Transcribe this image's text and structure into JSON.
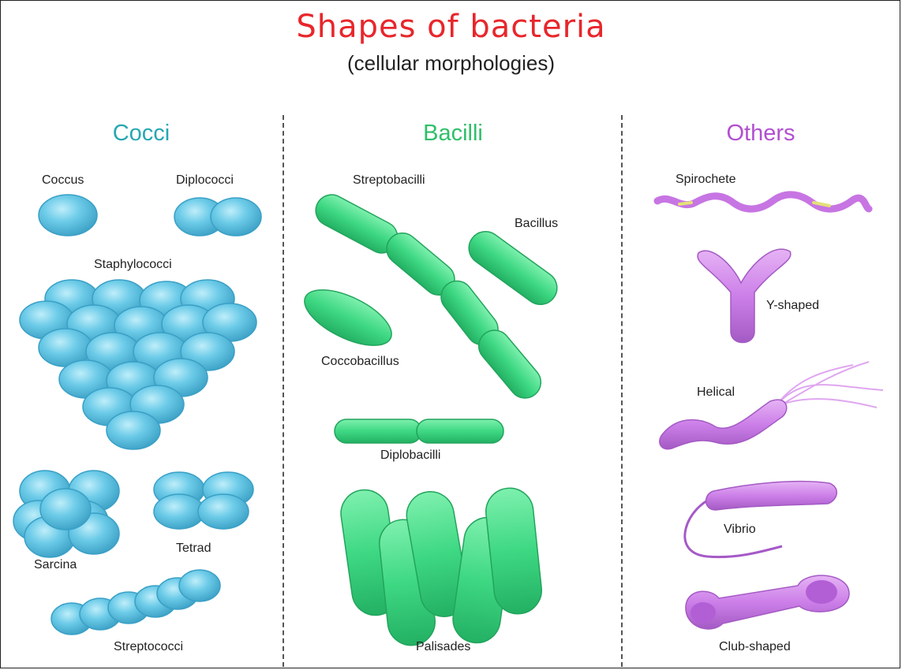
{
  "title": "Shapes of bacteria",
  "subtitle": "(cellular morphologies)",
  "colors": {
    "title": "#e8262b",
    "cocci": "#27a7b3",
    "bacilli": "#2fbf6a",
    "others": "#b24fd1",
    "cocci_fill": "#62c6e6",
    "bacilli_fill": "#3ed883",
    "others_fill": "#cc7fe8"
  },
  "columns": {
    "cocci": {
      "heading": "Cocci",
      "labels": {
        "coccus": "Coccus",
        "diplococci": "Diplococci",
        "staphylococci": "Staphylococci",
        "sarcina": "Sarcina",
        "tetrad": "Tetrad",
        "streptococci": "Streptococci"
      }
    },
    "bacilli": {
      "heading": "Bacilli",
      "labels": {
        "streptobacilli": "Streptobacilli",
        "bacillus": "Bacillus",
        "coccobacillus": "Coccobacillus",
        "diplobacilli": "Diplobacilli",
        "palisades": "Palisades"
      }
    },
    "others": {
      "heading": "Others",
      "labels": {
        "spirochete": "Spirochete",
        "y_shaped": "Y-shaped",
        "helical": "Helical",
        "vibrio": "Vibrio",
        "club_shaped": "Club-shaped"
      }
    }
  }
}
